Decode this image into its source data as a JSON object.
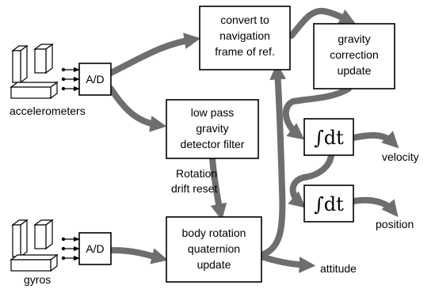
{
  "colors": {
    "flow_arrow": "#6e6e6e",
    "box_stroke": "#000000",
    "text": "#000000",
    "background": "#ffffff"
  },
  "sensors": {
    "accelerometers_label": "accelerometers",
    "gyros_label": "gyros",
    "adc_label_top": "A/D",
    "adc_label_bottom": "A/D"
  },
  "blocks": {
    "convert": [
      "convert to",
      "navigation",
      "frame of ref."
    ],
    "gravity_correction": [
      "gravity",
      "correction",
      "update"
    ],
    "low_pass": [
      "low pass",
      "gravity",
      "detector filter"
    ],
    "body_rotation": [
      "body rotation",
      "quaternion",
      "update"
    ],
    "integrator_top": "∫dt",
    "integrator_bottom": "∫dt"
  },
  "labels": {
    "drift_reset": [
      "Rotation",
      "drift reset"
    ],
    "velocity": "velocity",
    "position": "position",
    "attitude": "attitude"
  }
}
